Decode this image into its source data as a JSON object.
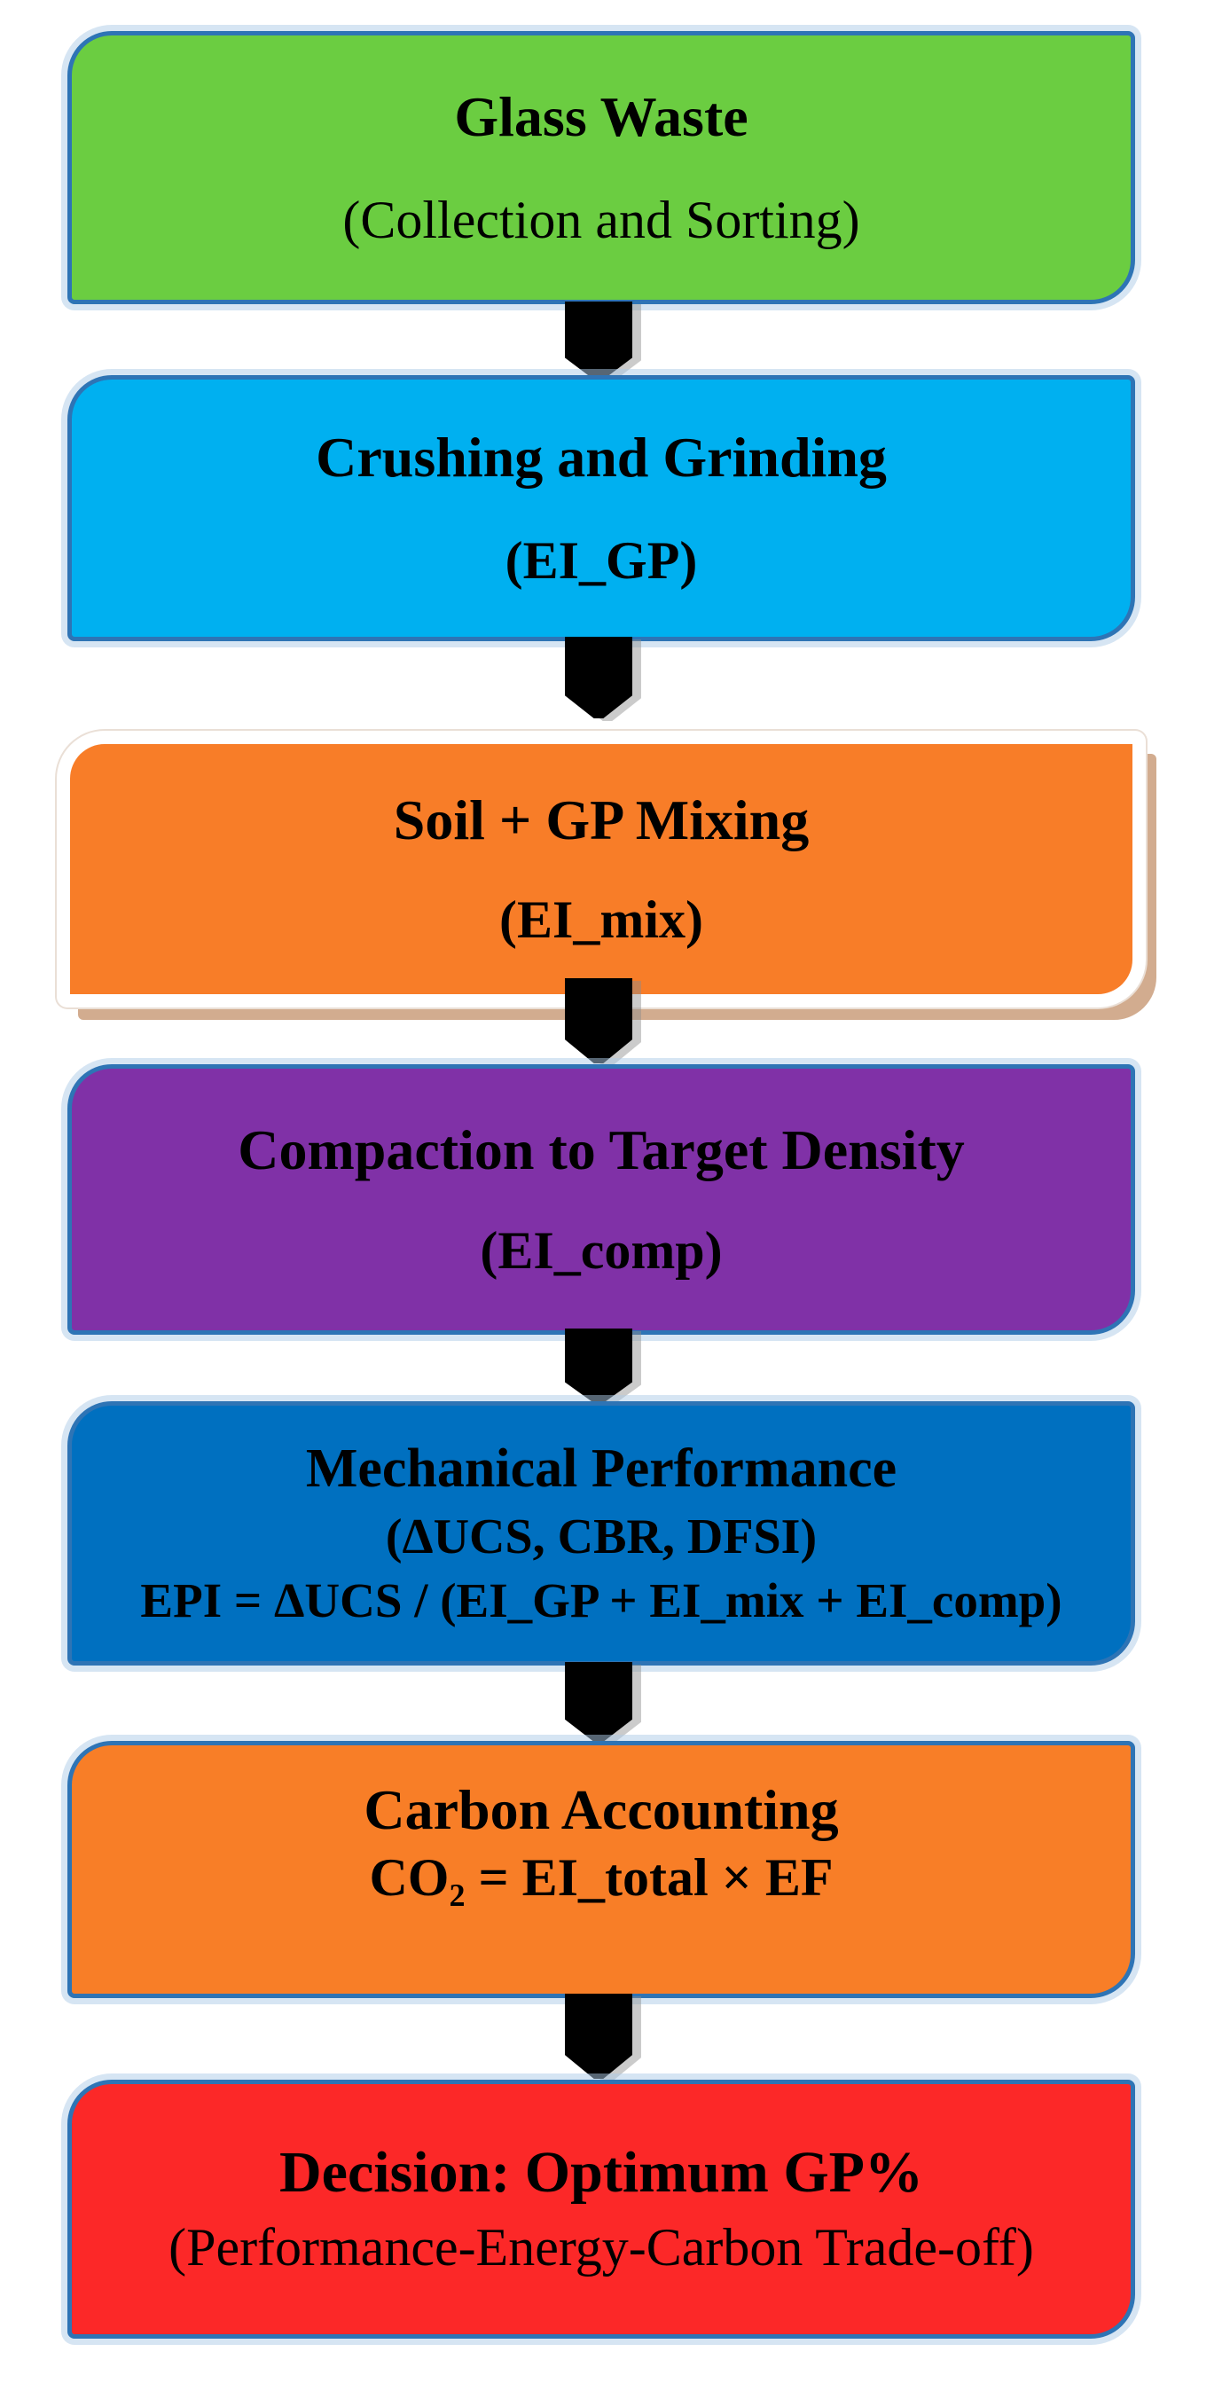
{
  "flowchart": {
    "border_color": "#2E74B5",
    "connector_color": "#000000",
    "frame_highlight_color": "#FFFFFF",
    "frame_shadow_color": "#D2AC8F",
    "glow_color": "#ADCBE7",
    "steps": [
      {
        "title": "Glass Waste",
        "subtitle": "(Collection and Sorting)",
        "fill": "#6BCD41"
      },
      {
        "title": "Crushing and Grinding",
        "subtitle": "(EI_GP)",
        "fill": "#00B0F0"
      },
      {
        "title": "Soil + GP Mixing",
        "subtitle": "(EI_mix)",
        "fill": "#F87D28"
      },
      {
        "title": "Compaction to Target Density",
        "subtitle": "(EI_comp)",
        "fill": "#8031A7"
      },
      {
        "title": "Mechanical Performance",
        "subtitle": "(ΔUCS, CBR, DFSI)",
        "formula": "EPI = ΔUCS / (EI_GP + EI_mix + EI_comp)",
        "fill": "#0070C0"
      },
      {
        "title": "Carbon Accounting",
        "formula": "CO₂ = EI_total × EF",
        "fill": "#F87E27"
      },
      {
        "title": "Decision: Optimum GP%",
        "subtitle": "(Performance-Energy-Carbon Trade-off)",
        "fill": "#FC2828"
      }
    ]
  }
}
